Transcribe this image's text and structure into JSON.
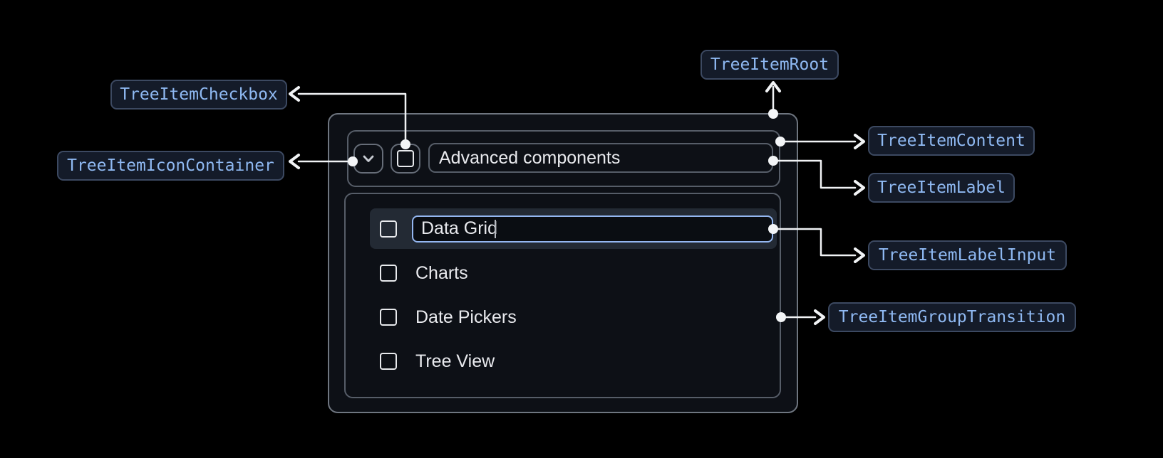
{
  "diagram": {
    "title_context": "Tree Item anatomy",
    "labels": {
      "checkbox": "TreeItemCheckbox",
      "icon_container": "TreeItemIconContainer",
      "root": "TreeItemRoot",
      "content": "TreeItemContent",
      "label": "TreeItemLabel",
      "label_input": "TreeItemLabelInput",
      "group_transition": "TreeItemGroupTransition"
    },
    "tree": {
      "parent_label": "Advanced components",
      "editing_item": {
        "value": "Data Grid"
      },
      "items": [
        "Charts",
        "Date Pickers",
        "Tree View"
      ]
    },
    "icons": {
      "expand": "chevron-down-icon",
      "checkbox_state": "unchecked"
    },
    "colors": {
      "page_background": "#000000",
      "badge_text": "#8FB9F2",
      "badge_background": "#141B29",
      "badge_border": "#3C4961",
      "connector": "#F1F3F5",
      "root_fill": "#0D1016",
      "root_border": "#6F7680",
      "container_border": "#565D68",
      "input_focus_border": "#94B7F1",
      "row_highlight": "#232A34",
      "item_text": "#E9EAEE"
    }
  }
}
